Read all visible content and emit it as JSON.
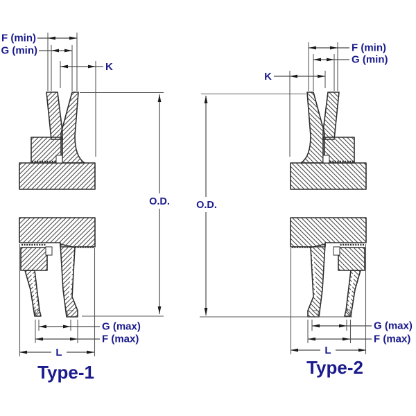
{
  "figure": {
    "description": "Cross-section dimension diagram of two V-belt sheave (pulley) types",
    "titles": {
      "type1": "Type-1",
      "type2": "Type-2"
    },
    "dim_labels": {
      "f_min": "F (min)",
      "g_min": "G (min)",
      "k": "K",
      "od": "O.D.",
      "g_max": "G (max)",
      "f_max": "F (max)",
      "l": "L"
    },
    "colors": {
      "label": "#1a1a8c",
      "dimension_line": "#4a4a4a",
      "part_outline": "#2e2e2e",
      "background": "#ffffff"
    }
  }
}
